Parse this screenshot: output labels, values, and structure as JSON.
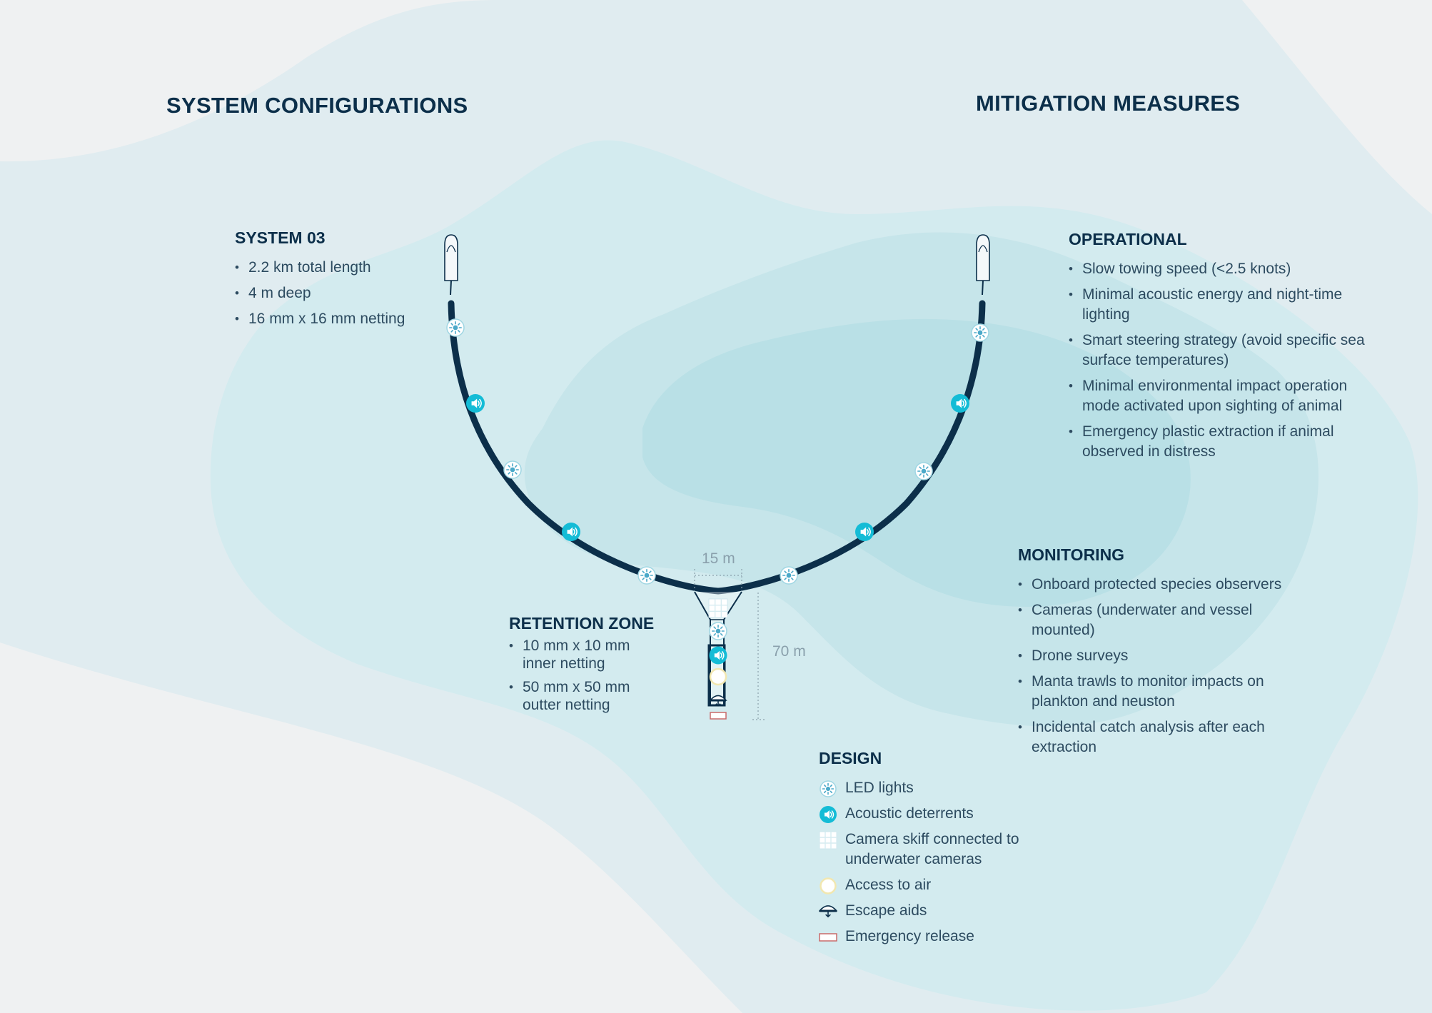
{
  "titles": {
    "left": "SYSTEM CONFIGURATIONS",
    "right": "MITIGATION MEASURES"
  },
  "system": {
    "heading": "SYSTEM 03",
    "items": [
      "2.2 km total length",
      "4 m deep",
      "16 mm x 16 mm netting"
    ]
  },
  "retention": {
    "heading": "RETENTION ZONE",
    "items": [
      "10 mm x 10 mm inner netting",
      "50 mm x 50 mm outter netting"
    ]
  },
  "dimensions": {
    "width": "15 m",
    "length": "70 m"
  },
  "operational": {
    "heading": "OPERATIONAL",
    "items": [
      "Slow towing speed (<2.5 knots)",
      "Minimal acoustic energy and night-time lighting",
      "Smart steering strategy (avoid specific sea surface temperatures)",
      "Minimal environmental impact operation mode activated upon sighting of animal",
      "Emergency plastic extraction if animal observed in distress"
    ]
  },
  "monitoring": {
    "heading": "MONITORING",
    "items": [
      "Onboard protected species observers",
      "Cameras (underwater and vessel mounted)",
      "Drone surveys",
      "Manta trawls to monitor impacts on plankton and neuston",
      "Incidental catch analysis after each extraction"
    ]
  },
  "design": {
    "heading": "DESIGN",
    "items": [
      {
        "icon": "led-light-icon",
        "label": "LED lights"
      },
      {
        "icon": "acoustic-deterrent-icon",
        "label": "Acoustic deterrents"
      },
      {
        "icon": "camera-skiff-icon",
        "label": "Camera skiff connected to underwater cameras"
      },
      {
        "icon": "access-to-air-icon",
        "label": "Access to air"
      },
      {
        "icon": "escape-aid-icon",
        "label": "Escape aids"
      },
      {
        "icon": "emergency-release-icon",
        "label": "Emergency release"
      }
    ]
  },
  "colors": {
    "navy": "#0c2f4a",
    "cyan": "#14bcd6",
    "led_blue": "#4ba9c9",
    "air_ring": "#f2e7b0",
    "release_red": "#c96a6a",
    "background": "#eff1f2"
  }
}
